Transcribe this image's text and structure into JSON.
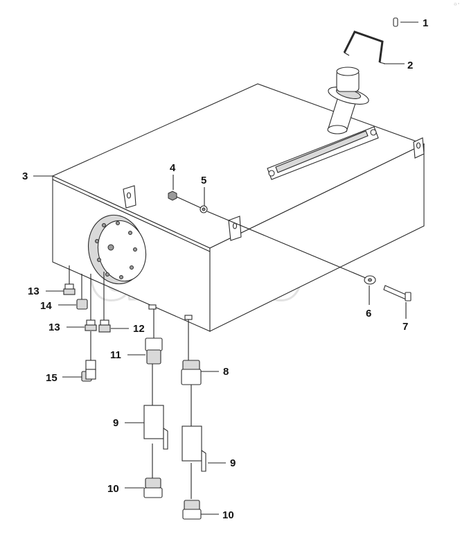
{
  "watermark": {
    "text": "dinb",
    "tm": "TM"
  },
  "corner_mark": "⚇ ⁿ",
  "callouts": {
    "c1": "1",
    "c2": "2",
    "c3": "3",
    "c4": "4",
    "c5": "5",
    "c6": "6",
    "c7": "7",
    "c8": "8",
    "c9a": "9",
    "c9b": "9",
    "c10a": "10",
    "c10b": "10",
    "c11": "11",
    "c12": "12",
    "c13a": "13",
    "c13b": "13",
    "c14": "14",
    "c15": "15"
  }
}
